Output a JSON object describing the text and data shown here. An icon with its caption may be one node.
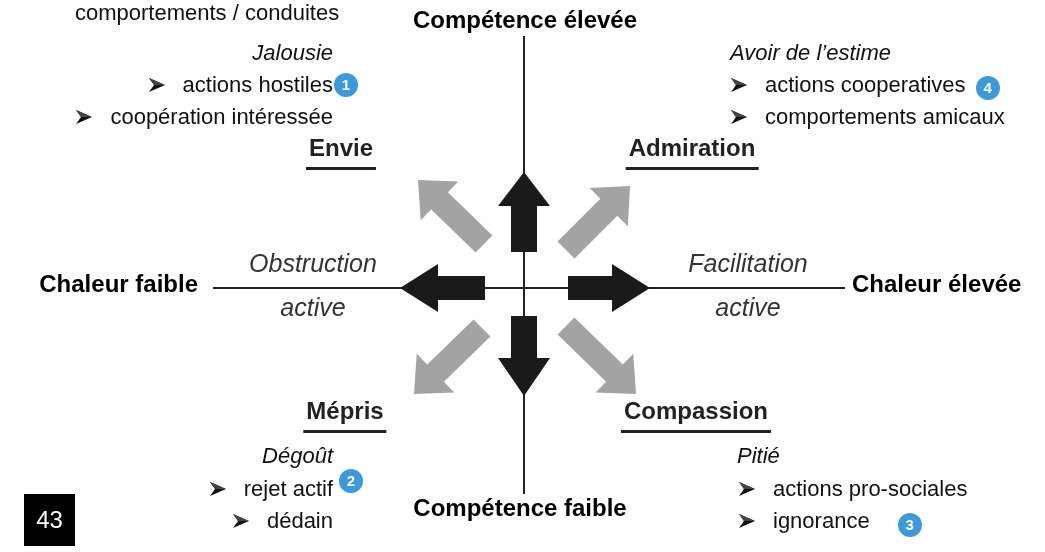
{
  "diagram": {
    "nodes": [
      {
        "text": [
          "1"
        ]
      },
      {
        "text": [
          "4"
        ]
      },
      {
        "text": [
          "2"
        ]
      },
      {
        "text": [
          "43"
        ]
      },
      {
        "text": [
          "3"
        ]
      }
    ],
    "labels": [
      "comportements / conduites",
      "Compétence élevée",
      "Jalousie",
      "Avoir de l’estime",
      "actions hostiles",
      "actions cooperatives",
      "coopération intéressée",
      "comportements amicaux",
      "Envie",
      "Admiration",
      "Chaleur faible",
      "Obstruction active",
      "Facilitation active",
      "Chaleur élevée",
      "Mépris",
      "Compassion",
      "Dégoût",
      "Pitié",
      "rejet actif",
      "actions pro-sociales",
      "dédain",
      "ignorance",
      "Compétence faible"
    ]
  }
}
